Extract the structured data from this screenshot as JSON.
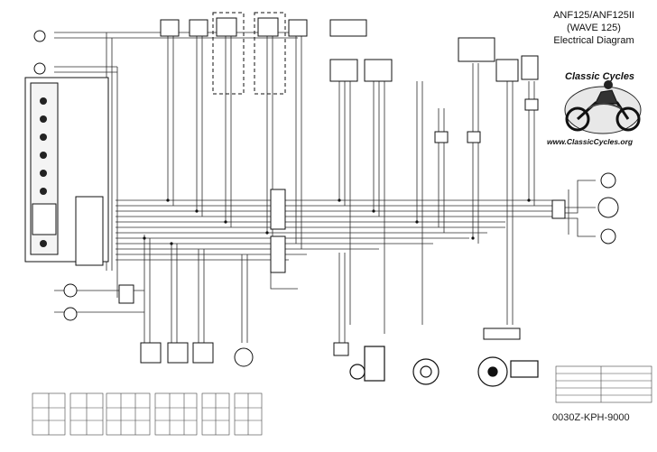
{
  "diagram": {
    "title_lines": [
      "ANF125/ANF125II",
      "(WAVE 125)",
      "Electrical Diagram"
    ],
    "part_code": "0030Z-KPH-9000",
    "logo": {
      "brand": "Classic Cycles",
      "url": "www.ClassicCycles.org",
      "colors": {
        "ink": "#111111",
        "accent": "#2a2a2a"
      }
    },
    "colors": {
      "wire": "#2b2b2b",
      "component": "#111111",
      "paper": "#ffffff",
      "dim": "#777777"
    }
  }
}
